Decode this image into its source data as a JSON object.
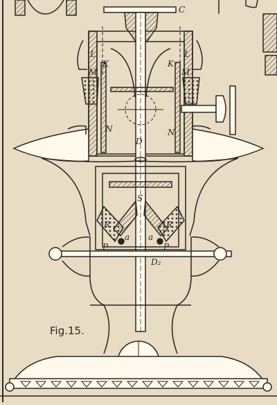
{
  "figure": {
    "caption": "Fig.15.",
    "labels": {
      "C": "C",
      "L_left": "L",
      "L_right": "L",
      "M_left": "M",
      "M_right": "M",
      "K_left": "K",
      "K_right": "K",
      "N_left": "N",
      "N_right": "N",
      "D": "D",
      "S": "S",
      "R_left": "R",
      "R_right": "R",
      "a_left": "a",
      "a_right": "a",
      "P_left": "P",
      "P_right": "P",
      "D2": "D₂"
    }
  },
  "colors": {
    "paper": "#e8dcc4",
    "ink": "#2a2722",
    "hatch": "#5a544a"
  }
}
